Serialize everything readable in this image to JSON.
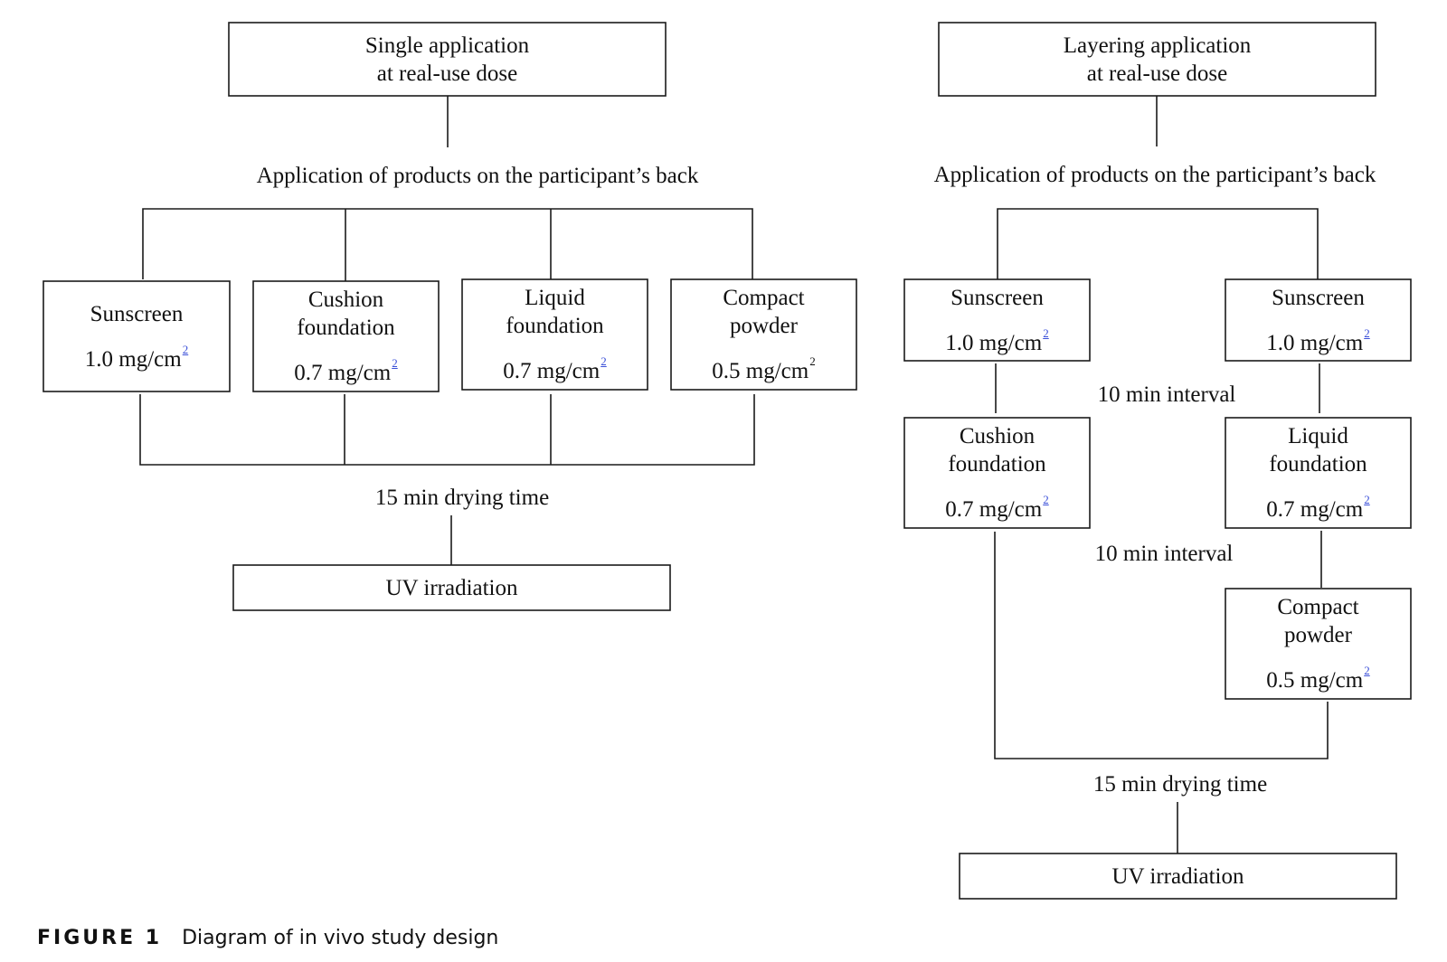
{
  "left": {
    "header": [
      "Single application",
      "at real-use dose"
    ],
    "application_label": "Application of products on the participant’s back",
    "products": [
      {
        "name_lines": [
          "Sunscreen"
        ],
        "dose": "1.0 mg/cm",
        "sup": "2"
      },
      {
        "name_lines": [
          "Cushion",
          "foundation"
        ],
        "dose": "0.7 mg/cm",
        "sup": "2"
      },
      {
        "name_lines": [
          "Liquid",
          "foundation"
        ],
        "dose": "0.7 mg/cm",
        "sup": "2"
      },
      {
        "name_lines": [
          "Compact",
          "powder"
        ],
        "dose": "0.5 mg/cm",
        "sup": "2"
      }
    ],
    "drying_label": "15 min drying time",
    "uv_label": "UV irradiation"
  },
  "right": {
    "header": [
      "Layering application",
      "at real-use dose"
    ],
    "application_label": "Application of products on the participant’s back",
    "col1": [
      {
        "name_lines": [
          "Sunscreen"
        ],
        "dose": "1.0 mg/cm",
        "sup": "2"
      },
      {
        "name_lines": [
          "Cushion",
          "foundation"
        ],
        "dose": "0.7 mg/cm",
        "sup": "2"
      }
    ],
    "col2": [
      {
        "name_lines": [
          "Sunscreen"
        ],
        "dose": "1.0 mg/cm",
        "sup": "2"
      },
      {
        "name_lines": [
          "Liquid",
          "foundation"
        ],
        "dose": "0.7 mg/cm",
        "sup": "2"
      },
      {
        "name_lines": [
          "Compact",
          "powder"
        ],
        "dose": "0.5 mg/cm",
        "sup": "2"
      }
    ],
    "interval_label_1": "10 min interval",
    "interval_label_2": "10 min interval",
    "drying_label": "15 min drying time",
    "uv_label": "UV irradiation"
  },
  "caption": {
    "figure_number": "FIGURE 1",
    "text": "Diagram of in vivo study design"
  }
}
